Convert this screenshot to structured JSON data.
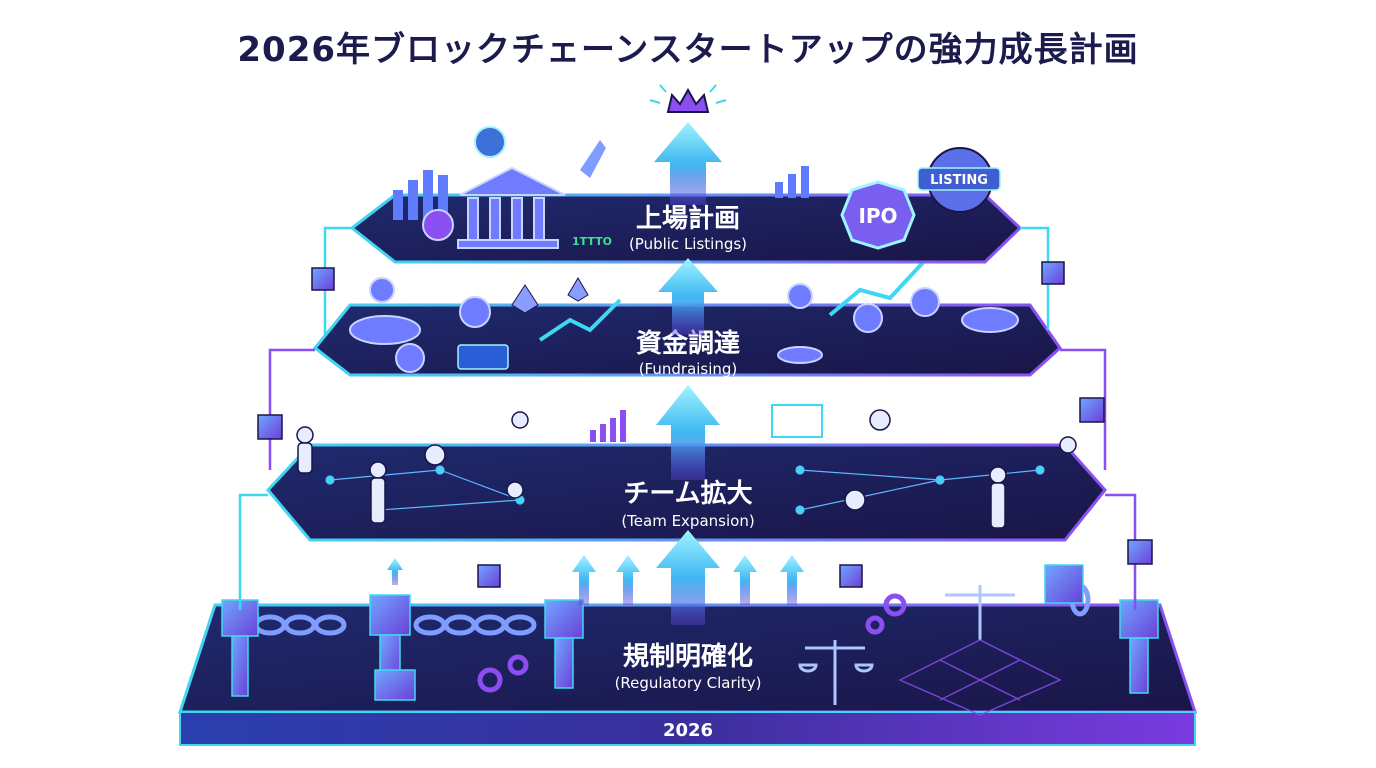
{
  "title": "2026年ブロックチェーンスタートアップの強力成長計画",
  "tiers": [
    {
      "jp": "上場計画",
      "en": "(Public Listings)"
    },
    {
      "jp": "資金調達",
      "en": "(Fundraising)"
    },
    {
      "jp": "チーム拡大",
      "en": "(Team Expansion)"
    },
    {
      "jp": "規制明確化",
      "en": "(Regulatory Clarity)"
    }
  ],
  "base_year": "2026",
  "badges": {
    "ipo": "IPO",
    "listing": "LISTING",
    "ticker": "1TTTO"
  },
  "colors": {
    "navy": "#1c1a52",
    "cyan": "#3fd8f2",
    "purple": "#8b4ef0",
    "title": "#1b1b4d"
  }
}
